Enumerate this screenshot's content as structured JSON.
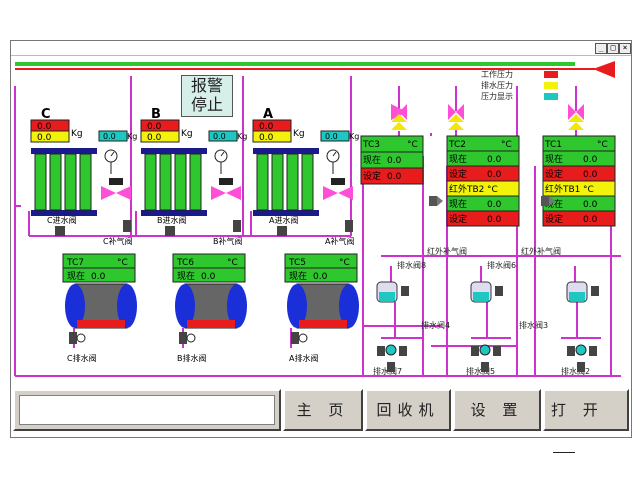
{
  "window": {
    "min_label": "_",
    "max_label": "□",
    "close_label": "×"
  },
  "legend": {
    "items": [
      {
        "label": "工作压力",
        "color": "#e81c1c"
      },
      {
        "label": "排水压力",
        "color": "#f2f20a"
      },
      {
        "label": "压力显示",
        "color": "#1ec8c0"
      }
    ]
  },
  "alarm": {
    "line1": "报警",
    "line2": "停止"
  },
  "tanks": [
    {
      "name": "C",
      "red_value": "0.0",
      "yellow_value": "0.0",
      "unit": "Kg",
      "cyan_value": "0.0",
      "cyan_unit": "Kg",
      "inlet_valve": "C进水阀",
      "air_valve": "C补气阀",
      "drain_valve": "C排水阀",
      "tc": {
        "id": "TC7",
        "unit": "°C",
        "now_label": "现在",
        "now_value": "0.0"
      }
    },
    {
      "name": "B",
      "red_value": "0.0",
      "yellow_value": "0.0",
      "unit": "Kg",
      "cyan_value": "0.0",
      "cyan_unit": "Kg",
      "inlet_valve": "B进水阀",
      "air_valve": "B补气阀",
      "drain_valve": "B排水阀",
      "tc": {
        "id": "TC6",
        "unit": "°C",
        "now_label": "现在",
        "now_value": "0.0"
      }
    },
    {
      "name": "A",
      "red_value": "0.0",
      "yellow_value": "0.0",
      "unit": "Kg",
      "cyan_value": "0.0",
      "cyan_unit": "Kg",
      "inlet_valve": "A进水阀",
      "air_valve": "A补气阀",
      "drain_valve": "A排水阀",
      "tc": {
        "id": "TC5",
        "unit": "°C",
        "now_label": "现在",
        "now_value": "0.0"
      }
    }
  ],
  "tc_panels": [
    {
      "id": "TC3",
      "unit": "°C",
      "rows": [
        {
          "label": "现在",
          "value": "0.0",
          "bg": "#2ec82e"
        },
        {
          "label": "设定",
          "value": "0.0",
          "bg": "#e81c1c"
        }
      ]
    },
    {
      "id": "TC2",
      "unit": "°C",
      "rows": [
        {
          "label": "现在",
          "value": "0.0",
          "bg": "#2ec82e"
        },
        {
          "label": "设定",
          "value": "0.0",
          "bg": "#e81c1c"
        },
        {
          "label": "红外TB2",
          "value": "°C",
          "bg": "#f2f20a"
        },
        {
          "label": "现在",
          "value": "0.0",
          "bg": "#2ec82e"
        },
        {
          "label": "设定",
          "value": "0.0",
          "bg": "#e81c1c"
        }
      ]
    },
    {
      "id": "TC1",
      "unit": "°C",
      "rows": [
        {
          "label": "现在",
          "value": "0.0",
          "bg": "#2ec82e"
        },
        {
          "label": "设定",
          "value": "0.0",
          "bg": "#e81c1c"
        },
        {
          "label": "红外TB1",
          "value": "°C",
          "bg": "#f2f20a"
        },
        {
          "label": "现在",
          "value": "0.0",
          "bg": "#2ec82e"
        },
        {
          "label": "设定",
          "value": "0.0",
          "bg": "#e81c1c"
        }
      ]
    }
  ],
  "labels": {
    "air_valve_mid": "红外补气阀",
    "air_valve_right": "红外补气阀",
    "drain8": "排水阀8",
    "drain6": "排水阀6",
    "drain4": "排水阀4",
    "drain3": "排水阀3",
    "drain7": "排水阀7",
    "drain5": "排水阀5",
    "drain2": "排水阀2"
  },
  "buttons": [
    {
      "label": "主 页"
    },
    {
      "label": "回收机"
    },
    {
      "label": "设 置"
    },
    {
      "label": "打 开"
    }
  ],
  "colors": {
    "pipe": "#cc33cc",
    "green": "#2ec82e",
    "red": "#e81c1c",
    "yellow": "#f2f20a",
    "cyan": "#1ec8c0",
    "valve_pink": "#ff4fd8",
    "valve_yellow": "#f2e60a"
  }
}
